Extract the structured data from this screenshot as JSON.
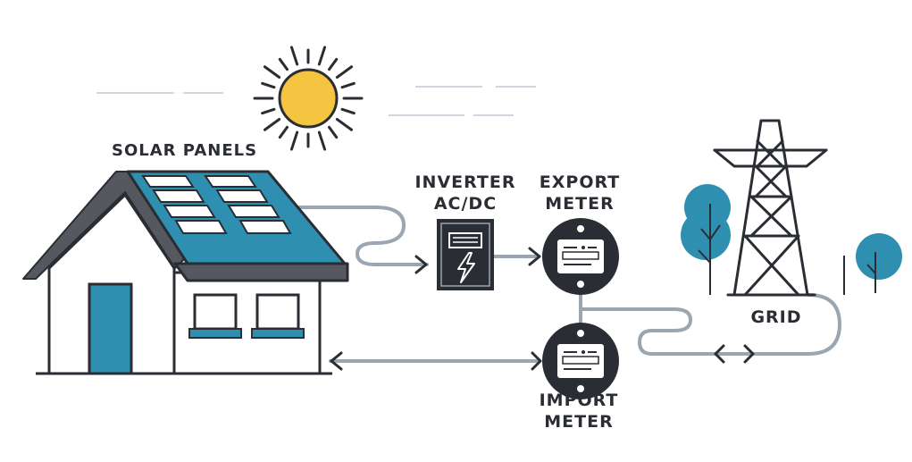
{
  "labels": {
    "solar_panels": "SOLAR PANELS",
    "inverter_line1": "INVERTER",
    "inverter_line2": "AC/DC",
    "export_line1": "EXPORT",
    "export_line2": "METER",
    "import_line1": "IMPORT",
    "import_line2": "METER",
    "grid": "GRID"
  },
  "icons": {
    "sun": "sun-icon",
    "house": "house-icon",
    "inverter": "lightning-icon",
    "export_meter": "meter-icon",
    "import_meter": "meter-icon",
    "tower": "transmission-tower-icon",
    "trees": "tree-icon"
  },
  "colors": {
    "outline": "#2a2d33",
    "teal": "#2f8fb0",
    "roof_gray": "#55595f",
    "sun_yellow": "#f5c542",
    "wire": "#9aa6b2",
    "panel_white": "#ffffff",
    "dash": "#cfd6df"
  }
}
